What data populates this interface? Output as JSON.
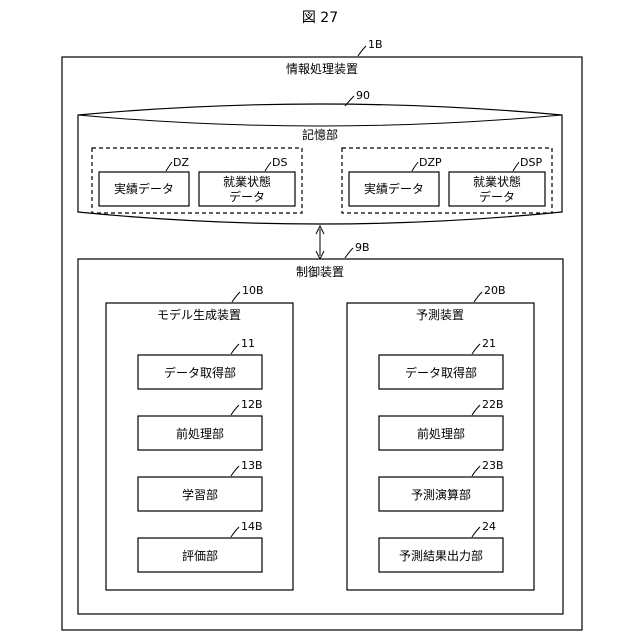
{
  "figure": {
    "title": "図 27"
  },
  "device": {
    "ref": "1B",
    "label": "情報処理装置"
  },
  "storage": {
    "ref": "90",
    "label": "記憶部",
    "left_group": [
      {
        "ref": "DZ",
        "label": "実績データ"
      },
      {
        "ref": "DS",
        "label_line1": "就業状態",
        "label_line2": "データ"
      }
    ],
    "right_group": [
      {
        "ref": "DZP",
        "label": "実績データ"
      },
      {
        "ref": "DSP",
        "label_line1": "就業状態",
        "label_line2": "データ"
      }
    ]
  },
  "control": {
    "ref": "9B",
    "label": "制御装置",
    "model_gen": {
      "ref": "10B",
      "label": "モデル生成装置",
      "units": [
        {
          "ref": "11",
          "label": "データ取得部"
        },
        {
          "ref": "12B",
          "label": "前処理部"
        },
        {
          "ref": "13B",
          "label": "学習部"
        },
        {
          "ref": "14B",
          "label": "評価部"
        }
      ]
    },
    "predictor": {
      "ref": "20B",
      "label": "予測装置",
      "units": [
        {
          "ref": "21",
          "label": "データ取得部"
        },
        {
          "ref": "22B",
          "label": "前処理部"
        },
        {
          "ref": "23B",
          "label": "予測演算部"
        },
        {
          "ref": "24",
          "label": "予測結果出力部"
        }
      ]
    }
  }
}
